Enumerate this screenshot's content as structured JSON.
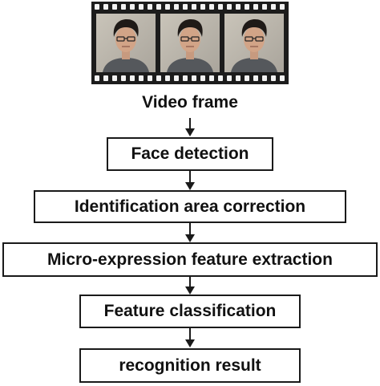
{
  "film_strip": {
    "frame_count": 3
  },
  "video_frame_label": "Video frame",
  "steps": [
    "Face detection",
    "Identification area correction",
    "Micro-expression feature extraction",
    "Feature classification",
    "recognition result"
  ],
  "colors": {
    "box_border": "#1a1a1a",
    "arrow": "#1a1a1a",
    "film": "#1c1c1c",
    "sprocket": "#f2f2f2",
    "background": "#ffffff"
  }
}
